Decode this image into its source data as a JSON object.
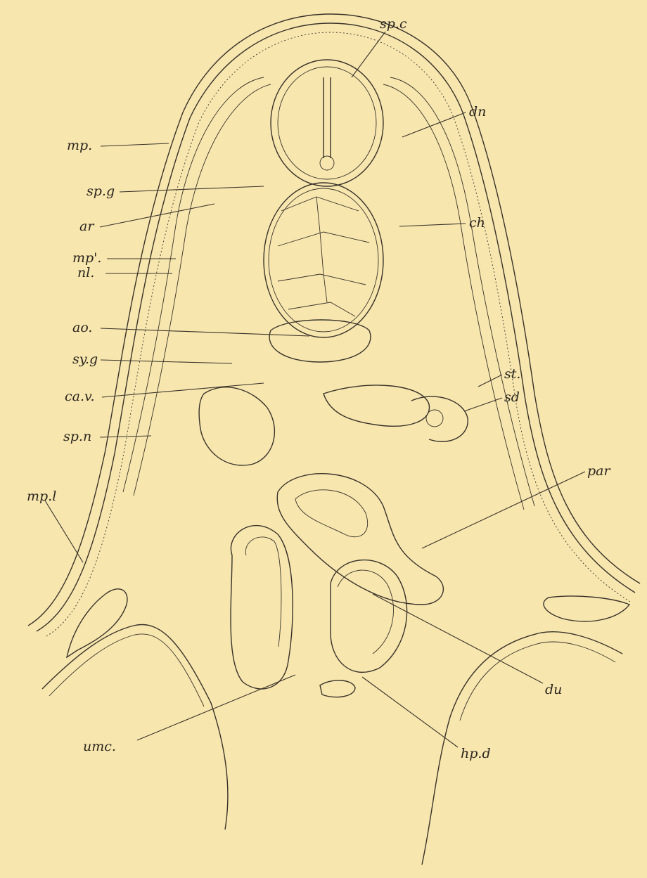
{
  "figure": {
    "background_color": "#f7e6ae",
    "ink_color": "#3a332a",
    "labels": {
      "spc": "sp.c",
      "dn": "dn",
      "mp": "mp.",
      "spg": "sp.g",
      "ar": "ar",
      "ch": "ch",
      "mp2": "mp'.",
      "nl": "nl.",
      "ao": "ao.",
      "syg": "sy.g",
      "st": "st.",
      "cav": "ca.v.",
      "sd": "sd",
      "spn": "sp.n",
      "par": "par",
      "mpl": "mp.l",
      "du": "du",
      "umc": "umc.",
      "hpd": "hp.d"
    }
  }
}
